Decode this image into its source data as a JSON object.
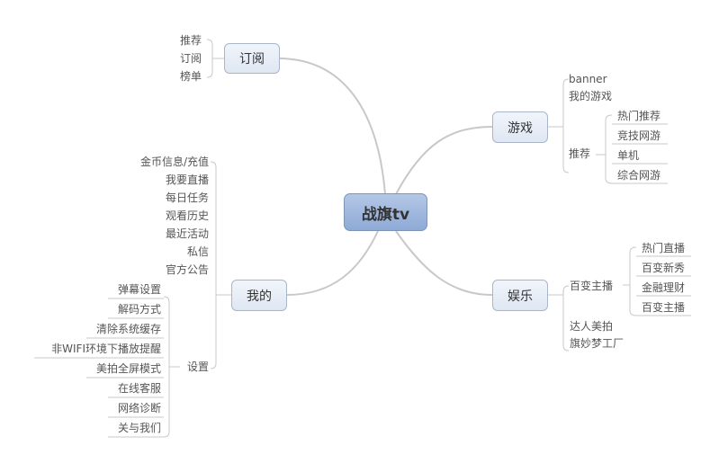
{
  "root": "战旗tv",
  "subscribe": {
    "label": "订阅",
    "children": [
      "推荐",
      "订阅",
      "榜单"
    ]
  },
  "games": {
    "label": "游戏",
    "children": [
      "banner",
      "我的游戏",
      "推荐"
    ],
    "recommend": [
      "热门推荐",
      "竞技网游",
      "单机",
      "综合网游"
    ]
  },
  "entertainment": {
    "label": "娱乐",
    "children": [
      "百变主播",
      "达人美拍",
      "旗妙梦工厂"
    ],
    "anchors": [
      "热门直播",
      "百变新秀",
      "金融理财",
      "百变主播"
    ]
  },
  "mine": {
    "label": "我的",
    "children": [
      "金币信息/充值",
      "我要直播",
      "每日任务",
      "观看历史",
      "最近活动",
      "私信",
      "官方公告",
      "设置"
    ],
    "settings": [
      "弹幕设置",
      "解码方式",
      "清除系统缓存",
      "非WIFI环境下播放提醒",
      "美拍全屏模式",
      "在线客服",
      "网络诊断",
      "关与我们"
    ]
  }
}
